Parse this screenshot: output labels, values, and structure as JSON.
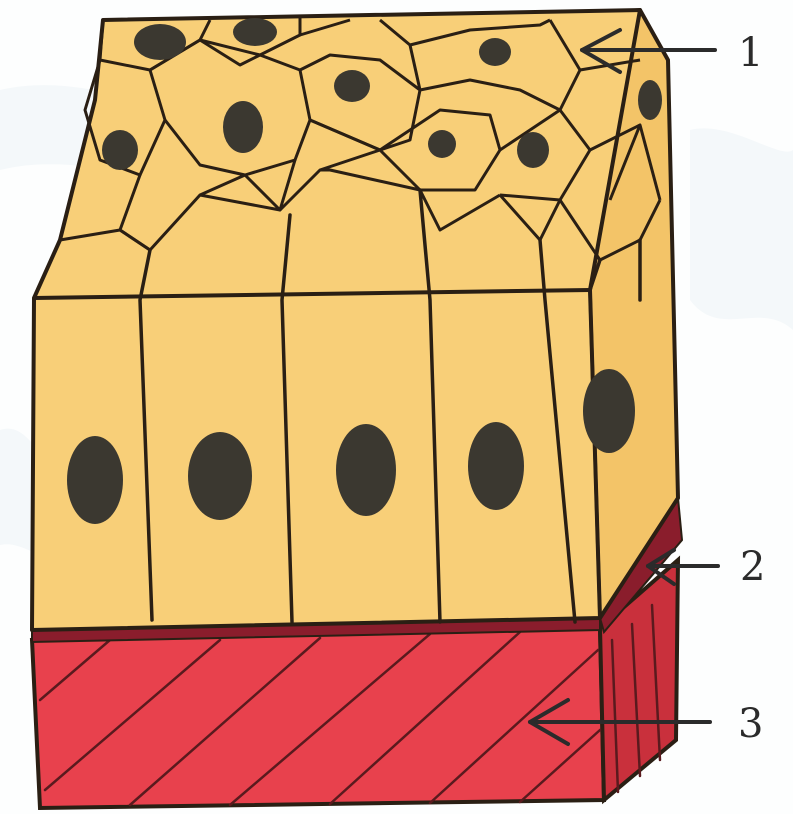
{
  "labels": [
    {
      "id": "1",
      "text": "1"
    },
    {
      "id": "2",
      "text": "2"
    },
    {
      "id": "3",
      "text": "3"
    }
  ],
  "colors": {
    "background": "#fdfefe",
    "background_wash": "#eef4f8",
    "epithelium_fill": "#f8cf78",
    "cell_outline": "#2a1f14",
    "nucleus": "#3b3830",
    "basement_membrane": "#8a1d2c",
    "connective_tissue": "#e8414d",
    "connective_tissue_side": "#c9303c",
    "hatch_lines": "#5a1a1e",
    "arrow": "#2b2b2b"
  },
  "icons": {
    "pointer": "left-arrow-icon"
  }
}
